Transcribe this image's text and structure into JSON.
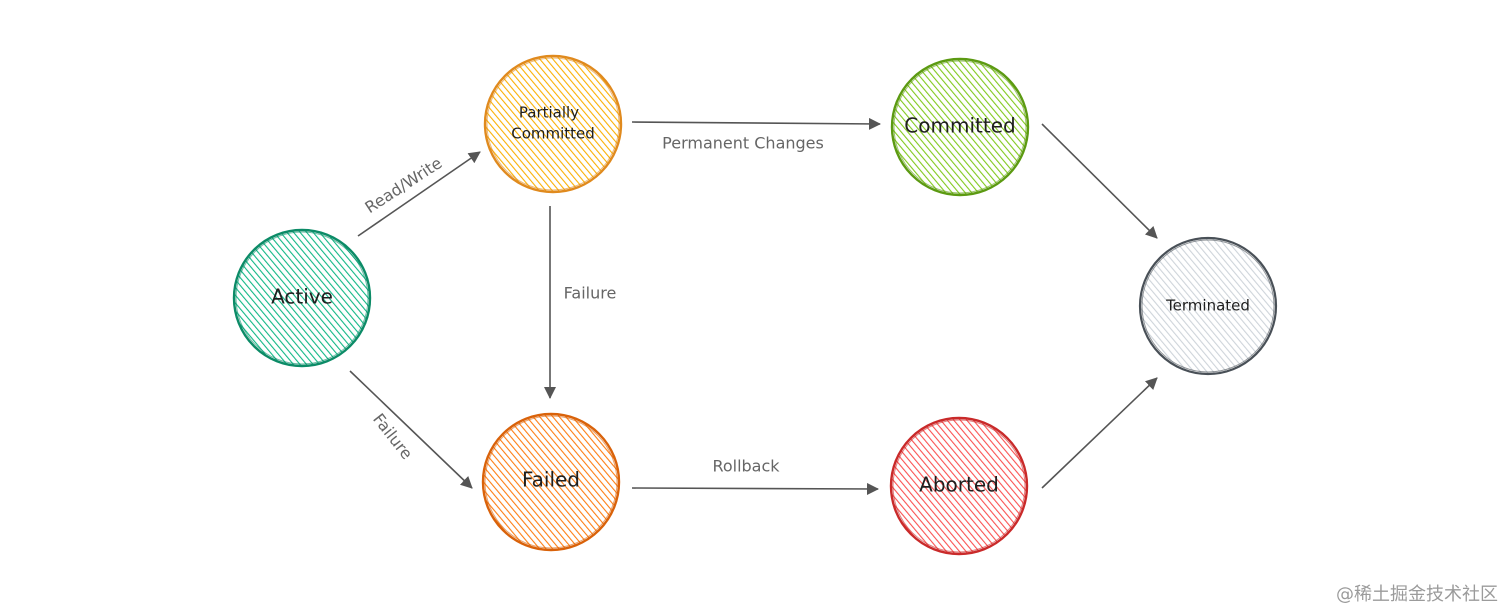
{
  "nodes": {
    "active": {
      "label": "Active",
      "fill": "#12b886",
      "stroke": "#0c8b67"
    },
    "partially_committed": {
      "line1": "Partially",
      "line2": "Committed",
      "fill": "#fab005",
      "stroke": "#e08a1e"
    },
    "committed": {
      "label": "Committed",
      "fill": "#82c91e",
      "stroke": "#5c9a12"
    },
    "failed": {
      "label": "Failed",
      "fill": "#fd7e14",
      "stroke": "#d9620a"
    },
    "aborted": {
      "label": "Aborted",
      "fill": "#fa5252",
      "stroke": "#c92a2a"
    },
    "terminated": {
      "label": "Terminated",
      "fill": "#ced4da",
      "stroke": "#495057"
    }
  },
  "edges": {
    "read_write": "Read/Write",
    "permanent_changes": "Permanent Changes",
    "failure_vertical": "Failure",
    "failure_diagonal": "Failure",
    "rollback": "Rollback"
  },
  "watermark": "@稀土掘金技术社区"
}
